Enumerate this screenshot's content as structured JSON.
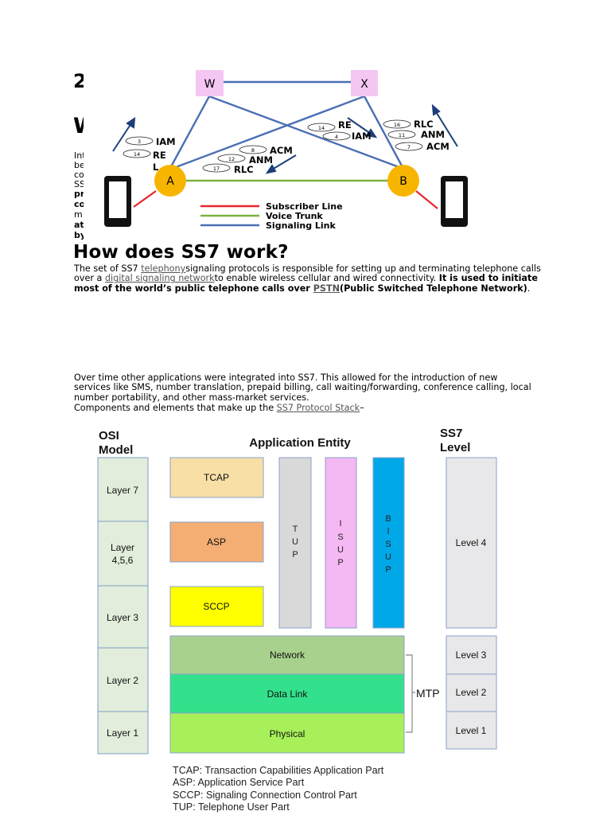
{
  "partial_text": {
    "big_number": "2",
    "big_letter": "W",
    "lines": [
      "Int",
      "be",
      "co",
      "SS",
      "pr",
      "co",
      "m",
      "at",
      "by"
    ]
  },
  "network_diagram": {
    "nodes": {
      "w": "W",
      "x": "X",
      "a": "A",
      "b": "B"
    },
    "left_messages": [
      {
        "num": "3",
        "label": "IAM"
      },
      {
        "num": "14",
        "label": "RE"
      },
      {
        "num": "",
        "label": "L"
      }
    ],
    "middle_messages": [
      {
        "num": "8",
        "label": "ACM"
      },
      {
        "num": "12",
        "label": "ANM"
      },
      {
        "num": "17",
        "label": "RLC"
      }
    ],
    "right_inner_messages": [
      {
        "num": "14",
        "label": "RE"
      },
      {
        "num": "4",
        "label": "IAM"
      }
    ],
    "right_outer_messages": [
      {
        "num": "16",
        "label": "RLC"
      },
      {
        "num": "11",
        "label": "ANM"
      },
      {
        "num": "7",
        "label": "ACM"
      }
    ],
    "legend": [
      {
        "label": "Subscriber Line",
        "color": "#e8262b"
      },
      {
        "label": "Voice Trunk",
        "color": "#7cb342"
      },
      {
        "label": "Signaling Link",
        "color": "#4a6fb5"
      }
    ],
    "colors": {
      "node_square": "#f4c6f2",
      "node_circle": "#f7b500",
      "signal": "#4a6fb5",
      "trunk": "#7cb342",
      "subscriber": "#e8262b"
    }
  },
  "section": {
    "heading": "How does SS7 work?",
    "p1": {
      "t1": "The set of SS7 ",
      "link1": "telephony",
      "t2": "signaling protocols is responsible for setting up and terminating telephone calls over a ",
      "link2": "digital signaling network",
      "t3": "to enable wireless cellular and wired connectivity. ",
      "b1": "It is used to initiate most of the world’s public telephone calls over ",
      "link3": "PSTN",
      "b2": "(Public Switched Telephone Network)",
      "t4": "."
    },
    "p2": "Over time other applications were integrated into SS7. This allowed for the introduction of new services like SMS, number translation, prepaid billing, call waiting/forwarding, conference calling, local number portability, and other mass-market services.",
    "p3": {
      "t1": "Components and elements that make up the ",
      "link": "SS7 Protocol Stack",
      "t2": "–"
    }
  },
  "protocol_stack": {
    "osi_title": [
      "OSI",
      "Model"
    ],
    "app_title": "Application Entity",
    "ss7_title": [
      "SS7",
      "Level"
    ],
    "osi_layers": [
      "Layer 7",
      "Layer",
      "4,5,6",
      "Layer 3",
      "Layer 2",
      "Layer 1"
    ],
    "app_boxes": [
      {
        "label": "TCAP",
        "color": "#f7dfa6"
      },
      {
        "label": "ASP",
        "color": "#f4ae74"
      },
      {
        "label": "SCCP",
        "color": "#ffff00"
      }
    ],
    "vertical_parts": [
      {
        "letters": [
          "T",
          "U",
          "P"
        ],
        "color": "#d9d9d9"
      },
      {
        "letters": [
          "I",
          "S",
          "U",
          "P"
        ],
        "color": "#f4b8f2"
      },
      {
        "letters": [
          "B",
          "I",
          "S",
          "U",
          "P"
        ],
        "color": "#00a8e8"
      }
    ],
    "mtp_layers": [
      {
        "label": "Network",
        "color": "#a9d18e"
      },
      {
        "label": "Data Link",
        "color": "#33e08c"
      },
      {
        "label": "Physical",
        "color": "#a8f05a"
      }
    ],
    "mtp_label": "MTP",
    "ss7_levels": [
      "Level 4",
      "Level 3",
      "Level 2",
      "Level 1"
    ],
    "legend": [
      "TCAP: Transaction Capabilities Application Part",
      "ASP: Application Service Part",
      "SCCP: Signaling Connection Control Part",
      "TUP: Telephone User Part"
    ]
  }
}
